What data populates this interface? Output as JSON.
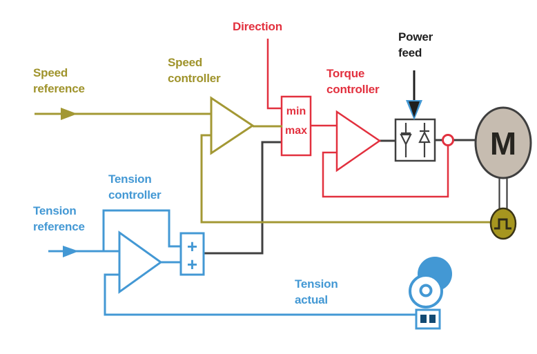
{
  "labels": {
    "speed_reference": "Speed\nreference",
    "speed_controller": "Speed\ncontroller",
    "direction": "Direction",
    "torque_controller": "Torque\ncontroller",
    "power_feed": "Power\nfeed",
    "tension_controller": "Tension\ncontroller",
    "tension_reference": "Tension\nreference",
    "tension_actual": "Tension\nactual"
  },
  "blocks": {
    "limiter": {
      "text": "min\nmax"
    },
    "summation": {
      "plus_top": "+",
      "plus_bottom": "+"
    },
    "motor": {
      "label": "M"
    }
  },
  "colors": {
    "olive": "#a39834",
    "olive-text": "#9f932b",
    "encoder-fill": "#a6961f",
    "encoder-stroke": "#3a3416",
    "red": "#e2303e",
    "blue": "#4398d4",
    "dark-blue": "#134a73",
    "ink": "#1f1f1f",
    "line-black": "#3f3f3f",
    "motor-fill": "#c6bcb0"
  }
}
